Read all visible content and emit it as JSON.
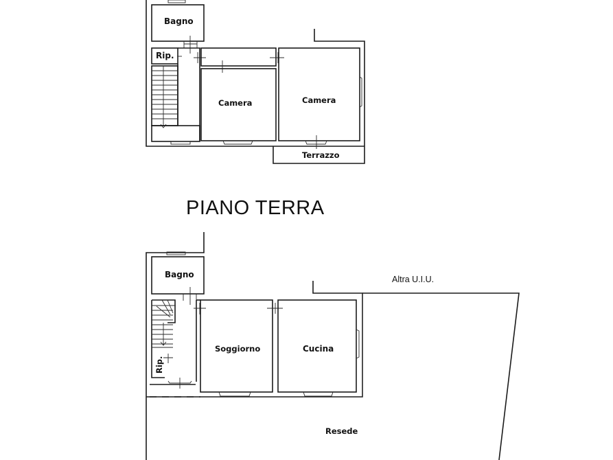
{
  "upper_floor": {
    "rooms": {
      "bagno": "Bagno",
      "ripostiglio": "Rip.",
      "camera_left": "Camera",
      "camera_right": "Camera",
      "terrazzo": "Terrazzo"
    }
  },
  "ground_floor": {
    "title": "PIANO TERRA",
    "rooms": {
      "bagno": "Bagno",
      "ripostiglio": "Rip.",
      "soggiorno": "Soggiorno",
      "cucina": "Cucina",
      "resede": "Resede",
      "altra_uiu": "Altra U.I.U."
    }
  },
  "colors": {
    "line": "#1a1a1a",
    "background": "#ffffff"
  }
}
